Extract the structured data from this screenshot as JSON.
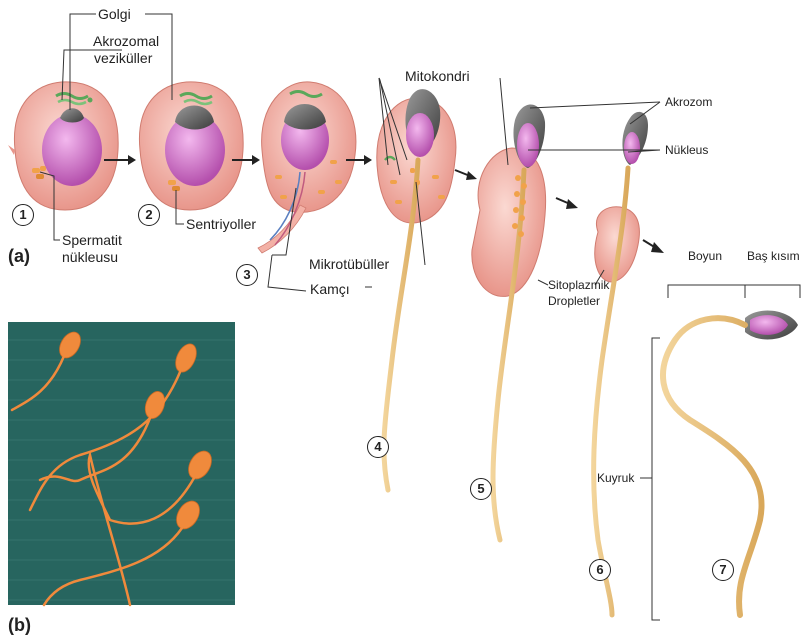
{
  "labels": {
    "golgi": "Golgi",
    "akrozomal": "Akrozomal",
    "vezikuller": "veziküller",
    "spermatit": "Spermatit",
    "nukleusu": "nükleusu",
    "sentriyoller": "Sentriyoller",
    "mikrotubuller": "Mikrotübüller",
    "kamci": "Kamçı",
    "mitokondri": "Mitokondri",
    "akrozom": "Akrozom",
    "nukleus": "Nükleus",
    "sitoplazmik": "Sitoplazmik",
    "dropletler": "Dropletler",
    "boyun": "Boyun",
    "bas_kisim": "Baş kısım",
    "kuyruk": "Kuyruk"
  },
  "panels": {
    "a": "(a)",
    "b": "(b)"
  },
  "stages": [
    "1",
    "2",
    "3",
    "4",
    "5",
    "6",
    "7"
  ],
  "colors": {
    "cell_body": "#f2b6ad",
    "cell_outline": "#d9857a",
    "nucleus": "#d77fcf",
    "acrosome": "#6b6b6b",
    "golgi": "#5aa85a",
    "mitochondria": "#f1a24a",
    "tail": "#e9c27f",
    "photo_bg": "#27655f",
    "sperm_photo": "#f08a3c"
  }
}
